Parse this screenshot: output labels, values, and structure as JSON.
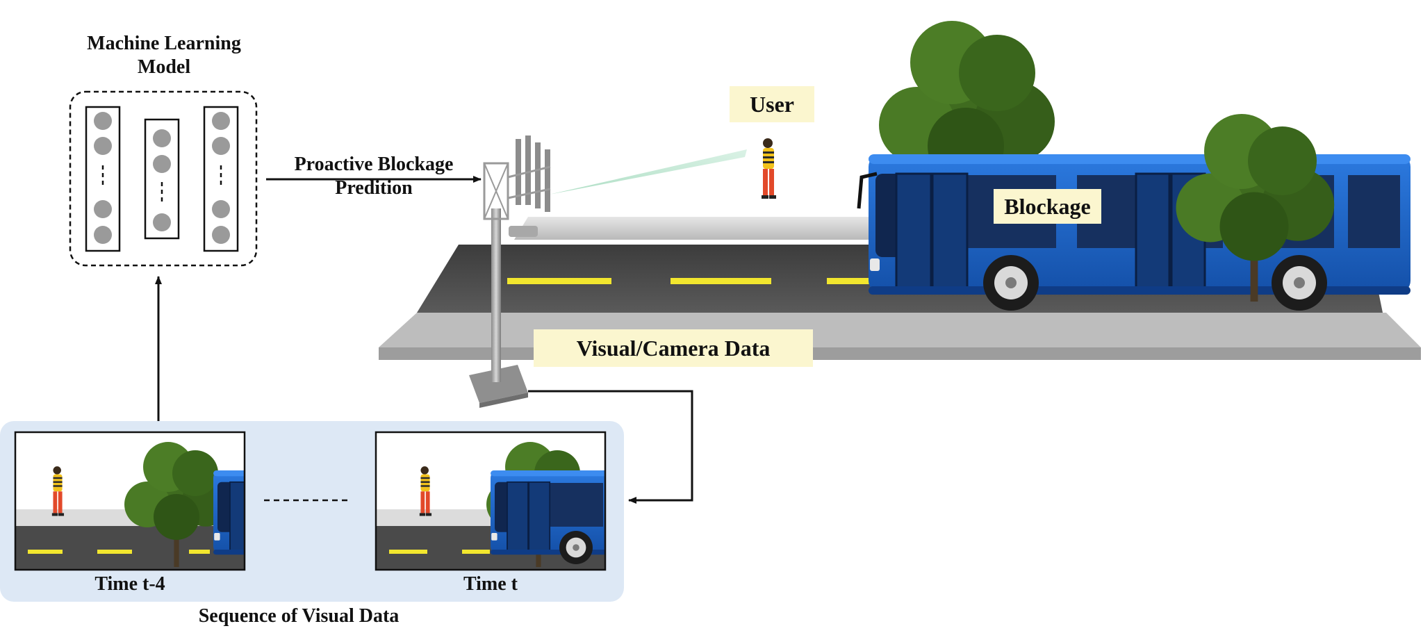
{
  "ml_model": {
    "title_line1": "Machine Learning",
    "title_line2": "Model"
  },
  "prediction": {
    "line1": "Proactive Blockage",
    "line2": "Predition"
  },
  "user_label": "User",
  "blockage_label": "Blockage",
  "camera_label": "Visual/Camera Data",
  "sequence": {
    "frame_first_label": "Time t-4",
    "frame_last_label": "Time t",
    "caption": "Sequence of Visual Data"
  },
  "colors": {
    "bus_blue": "#1f66c9",
    "bus_dark": "#0f2f6a",
    "road_dark": "#4d4d4d",
    "lane_yellow": "#f2e62e",
    "label_highlight": "#fbf6cf",
    "sequence_panel": "#dde8f5",
    "beam_green": "#bfe6d1",
    "tree_green": "#3f6b1f",
    "neuron_gray": "#9a9a9a"
  }
}
